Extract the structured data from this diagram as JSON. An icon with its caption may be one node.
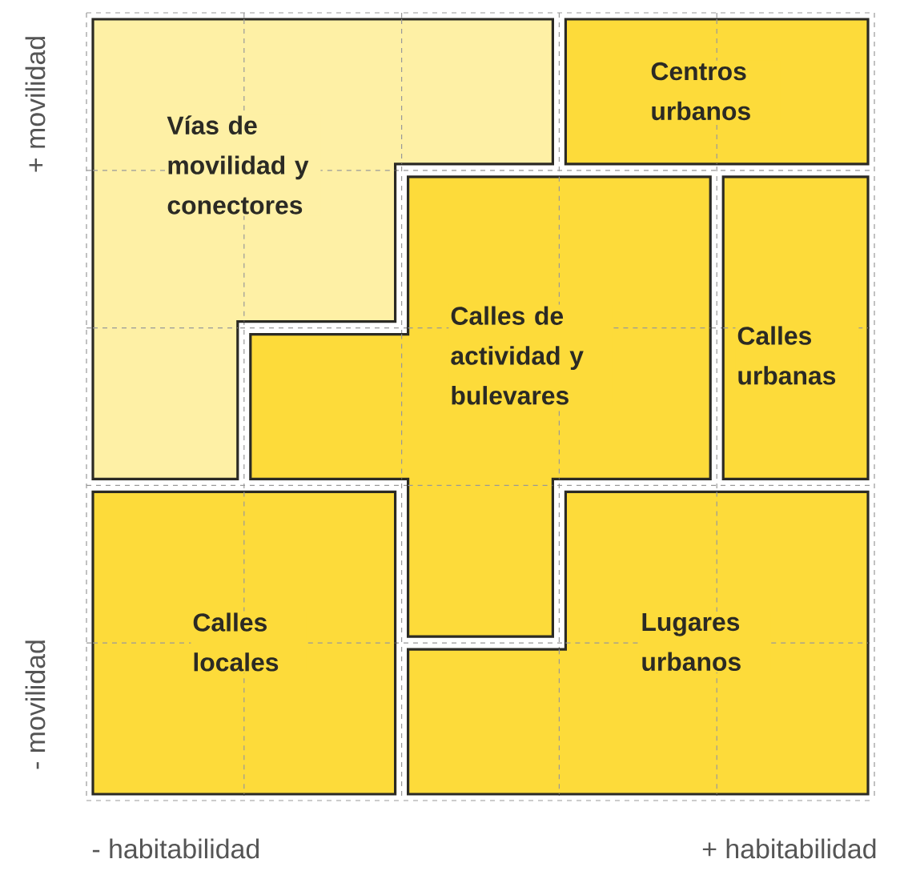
{
  "diagram": {
    "nodes": [
      {
        "text": [
          "Vías de movilidad y conectores"
        ]
      },
      {
        "text": [
          "Centros urbanos"
        ]
      },
      {
        "text": [
          "Calles de actividad y bulevares"
        ]
      },
      {
        "text": [
          "Calles urbanas"
        ]
      },
      {
        "text": [
          "Calles locales"
        ]
      },
      {
        "text": [
          "Lugares urbanos"
        ]
      }
    ],
    "labels": [
      "+ movilidad",
      "- movilidad",
      "- habitabilidad",
      "+ habitabilidad"
    ]
  }
}
